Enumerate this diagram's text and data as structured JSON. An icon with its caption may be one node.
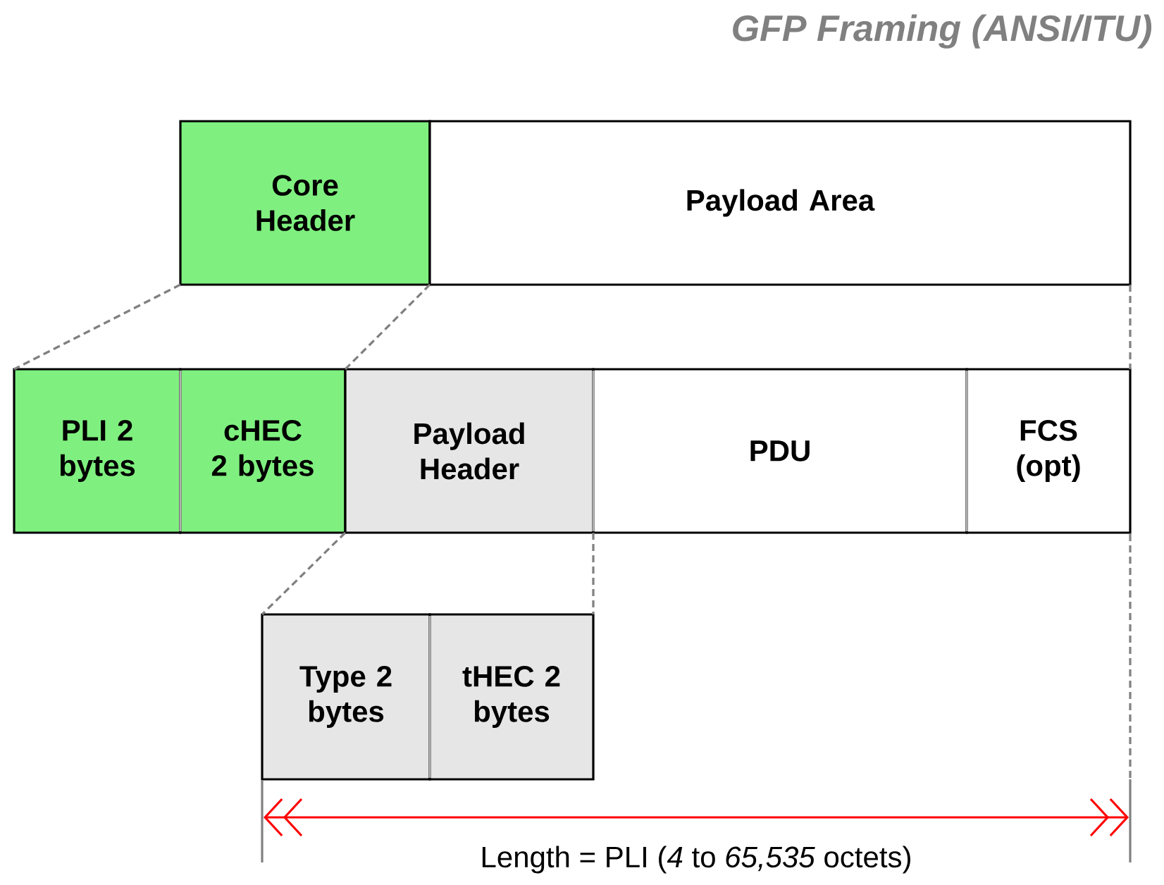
{
  "diagram": {
    "title": "GFP Framing (ANSI/ITU)",
    "nodes": [
      {
        "text": [
          "Core Header"
        ]
      },
      {
        "text": [
          "Payload Area"
        ]
      },
      {
        "text": [
          "PLI 2 bytes"
        ]
      },
      {
        "text": [
          "cHEC 2 bytes"
        ]
      },
      {
        "text": [
          "Payload Header"
        ]
      },
      {
        "text": [
          "PDU"
        ]
      },
      {
        "text": [
          "FCS (opt)"
        ]
      },
      {
        "text": [
          "Type 2 bytes"
        ]
      },
      {
        "text": [
          "tHEC 2 bytes"
        ]
      }
    ],
    "edges": [
      {
        "from": 0,
        "to": 2,
        "arrow": "none",
        "style": "dashed"
      },
      {
        "from": 0,
        "to": 3,
        "arrow": "none",
        "style": "dashed"
      },
      {
        "from": 1,
        "to": 6,
        "arrow": "none",
        "style": "dashed"
      },
      {
        "from": 4,
        "to": 7,
        "arrow": "none",
        "style": "dashed"
      },
      {
        "from": 4,
        "to": 8,
        "arrow": "none",
        "style": "dashed"
      }
    ],
    "labels": [
      "Length = PLI (*4* to *65,535* octets)"
    ]
  }
}
